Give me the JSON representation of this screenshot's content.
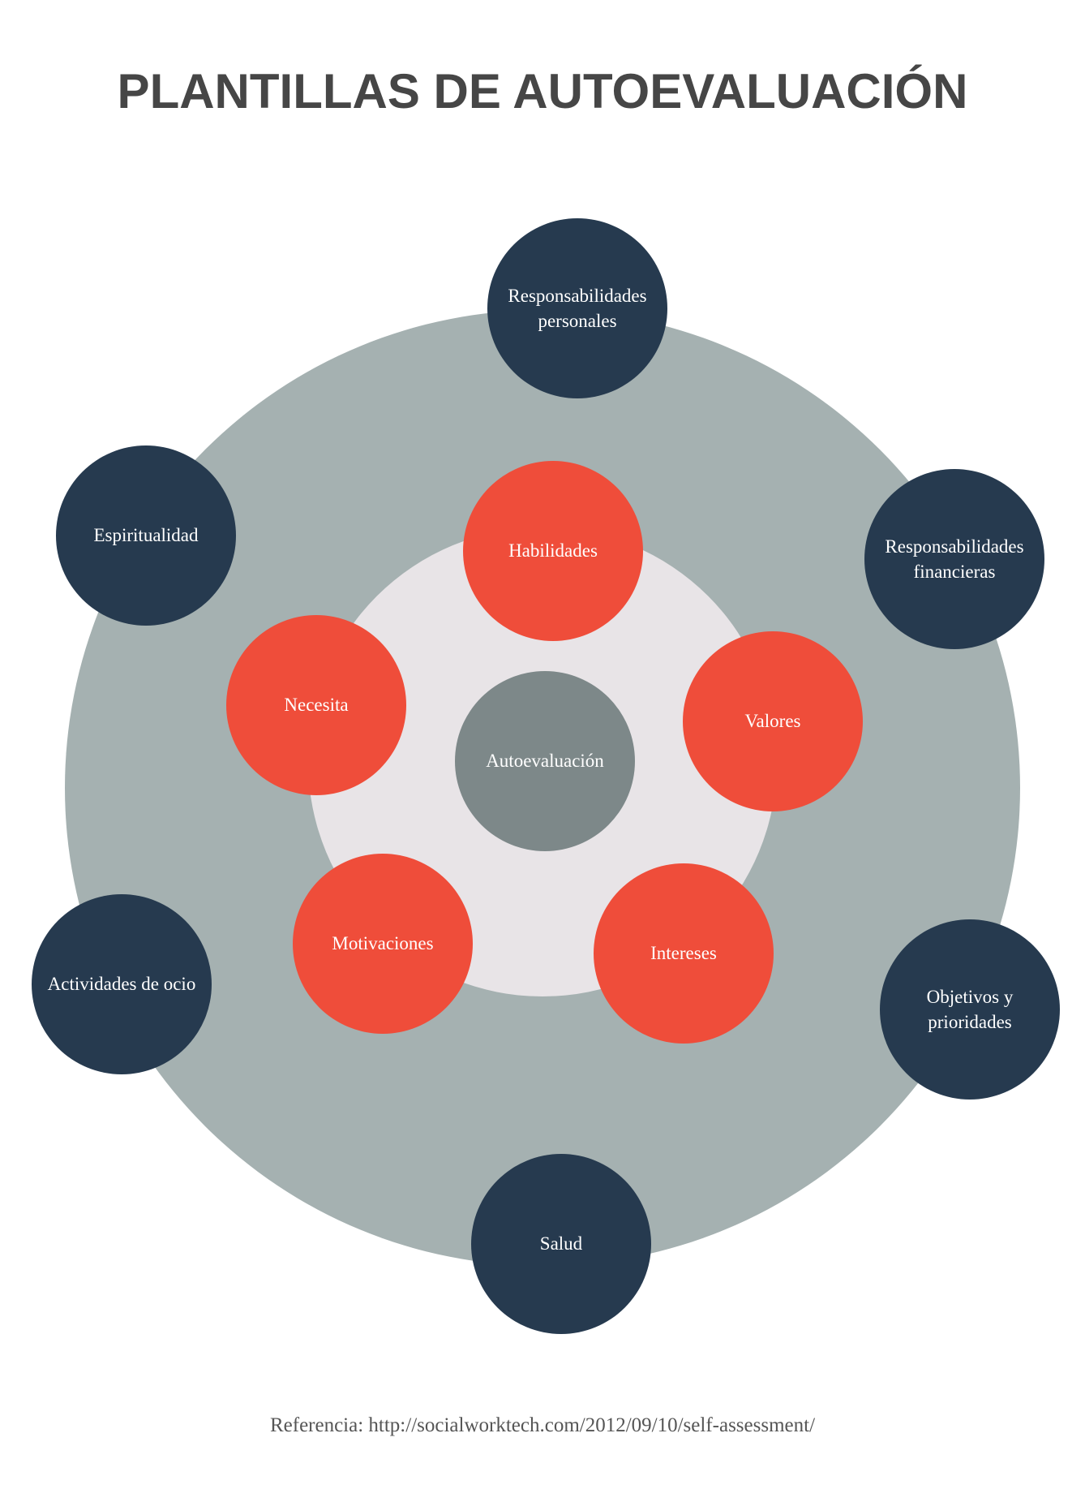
{
  "title": "PLANTILLAS DE AUTOEVALUACIÓN",
  "center": "Autoevaluación",
  "inner_nodes": [
    "Habilidades",
    "Valores",
    "Intereses",
    "Motivaciones",
    "Necesita"
  ],
  "outer_nodes": [
    "Responsabilidades personales",
    "Responsabilidades financieras",
    "Objetivos y prioridades",
    "Salud",
    "Actividades de ocio",
    "Espiritualidad"
  ],
  "footer": "Referencia: http://socialworktech.com/2012/09/10/self-assessment/",
  "colors": {
    "outer_ring": "#a5b1b1",
    "inner_ring": "#e8e4e7",
    "dark_node": "#263a4f",
    "red_node": "#ef4d3a",
    "center_node": "#7d8889",
    "title": "#464646"
  }
}
